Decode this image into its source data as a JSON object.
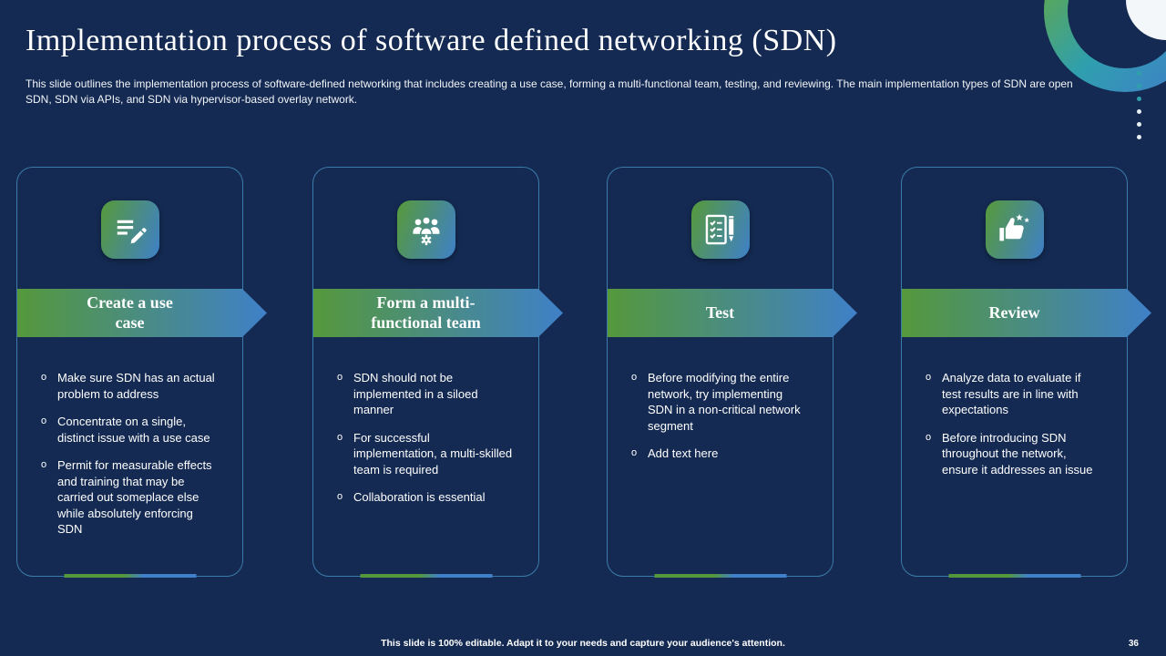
{
  "slide": {
    "title": "Implementation process of software defined networking (SDN)",
    "description": "This slide outlines the implementation process of software-defined networking that includes creating a use case, forming a multi-functional team, testing, and reviewing. The main implementation types of SDN are open SDN, SDN via APIs, and SDN via hypervisor-based overlay network.",
    "footer_note": "This slide is 100% editable. Adapt it to your needs and capture your audience's attention.",
    "page_number": "36",
    "bullet_marker": "o"
  },
  "colors": {
    "background": "#142a52",
    "accent_green": "#55983c",
    "accent_blue": "#3f80c8",
    "card_border": "#3b7ca9",
    "dot_teal": "#2fa0a8",
    "text": "#ffffff"
  },
  "steps": [
    {
      "title": "Create a use case",
      "icon": "compose-note-icon",
      "bullets": [
        "Make sure SDN has an actual problem to address",
        "Concentrate on a single, distinct issue with a use case",
        "Permit for measurable effects and training that may be carried out someplace else while absolutely enforcing SDN"
      ]
    },
    {
      "title": "Form a multi-functional team",
      "icon": "team-gear-icon",
      "bullets": [
        "SDN should not be implemented in a siloed manner",
        "For successful implementation, a multi-skilled team is required",
        "Collaboration is essential"
      ]
    },
    {
      "title": "Test",
      "icon": "checklist-pencil-icon",
      "bullets": [
        "Before modifying the entire network, try implementing SDN in a non-critical network segment",
        "Add text here"
      ]
    },
    {
      "title": "Review",
      "icon": "thumbs-up-stars-icon",
      "bullets": [
        "Analyze data to evaluate if test results are in line with expectations",
        "Before introducing SDN throughout the network, ensure it addresses an issue"
      ]
    }
  ]
}
